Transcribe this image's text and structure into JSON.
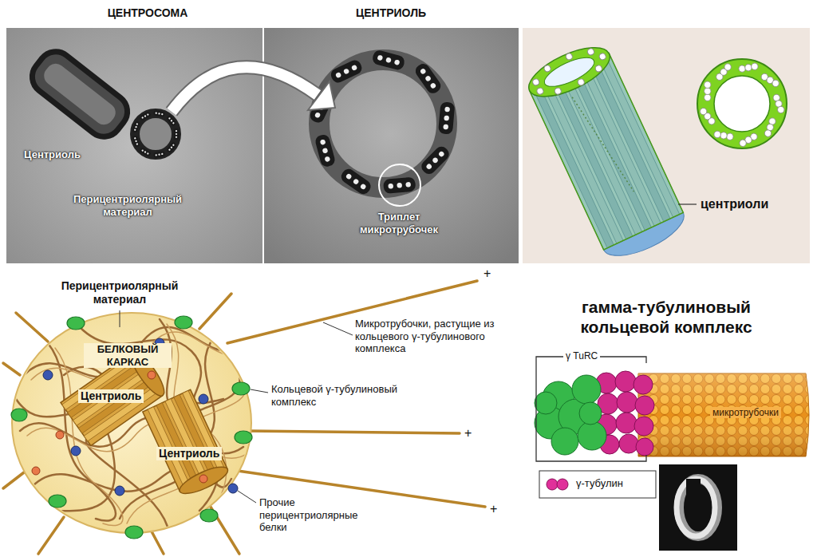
{
  "diagram": {
    "labels": [
      "ЦЕНТРОСОМА",
      "ЦЕНТРИОЛЬ",
      "Центриоль",
      "Перицентриолярный материал",
      "Триплет микротрубочек",
      "центриоли",
      "Перицентриолярный материал",
      "БЕЛКОВЫЙ КАРКАС",
      "Микротрубочки, растущие из кольцевого γ-тубулинового комплекса",
      "+",
      "Центриоль",
      "Кольцевой γ-тубулиновый комплекс",
      "+",
      "Центриоль",
      "Прочие перицентриолярные белки",
      "+",
      "гамма-тубулиновый кольцевой комплекс",
      "γ TuRC",
      "микротрубочки"
    ],
    "legend": [
      {
        "text": "γ-тубулин"
      }
    ]
  }
}
